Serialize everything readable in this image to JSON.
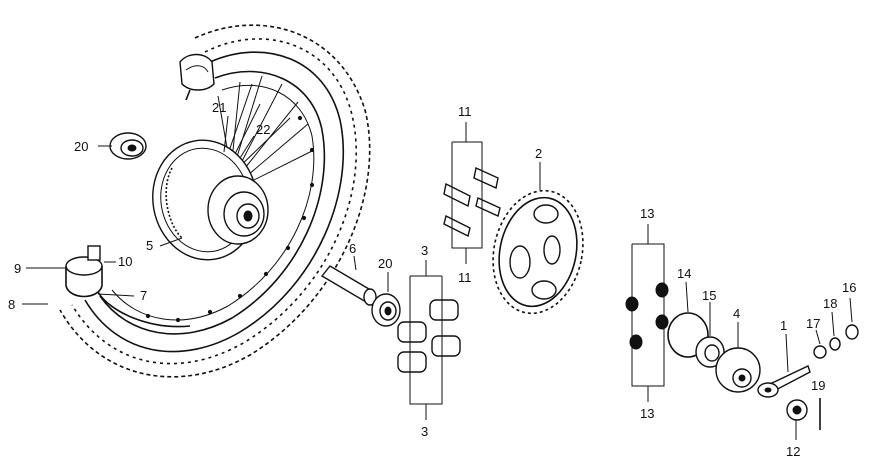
{
  "diagram": {
    "callouts": [
      {
        "id": "c1",
        "text": "1"
      },
      {
        "id": "c2",
        "text": "2"
      },
      {
        "id": "c3a",
        "text": "3"
      },
      {
        "id": "c3b",
        "text": "3"
      },
      {
        "id": "c4",
        "text": "4"
      },
      {
        "id": "c5",
        "text": "5"
      },
      {
        "id": "c6",
        "text": "6"
      },
      {
        "id": "c7",
        "text": "7"
      },
      {
        "id": "c8",
        "text": "8"
      },
      {
        "id": "c9",
        "text": "9"
      },
      {
        "id": "c10",
        "text": "10"
      },
      {
        "id": "c11a",
        "text": "11"
      },
      {
        "id": "c11b",
        "text": "11"
      },
      {
        "id": "c12",
        "text": "12"
      },
      {
        "id": "c13a",
        "text": "13"
      },
      {
        "id": "c13b",
        "text": "13"
      },
      {
        "id": "c14",
        "text": "14"
      },
      {
        "id": "c15",
        "text": "15"
      },
      {
        "id": "c16",
        "text": "16"
      },
      {
        "id": "c17",
        "text": "17"
      },
      {
        "id": "c18",
        "text": "18"
      },
      {
        "id": "c19",
        "text": "19"
      },
      {
        "id": "c20a",
        "text": "20"
      },
      {
        "id": "c20b",
        "text": "20"
      },
      {
        "id": "c21",
        "text": "21"
      },
      {
        "id": "c22",
        "text": "22"
      }
    ]
  }
}
